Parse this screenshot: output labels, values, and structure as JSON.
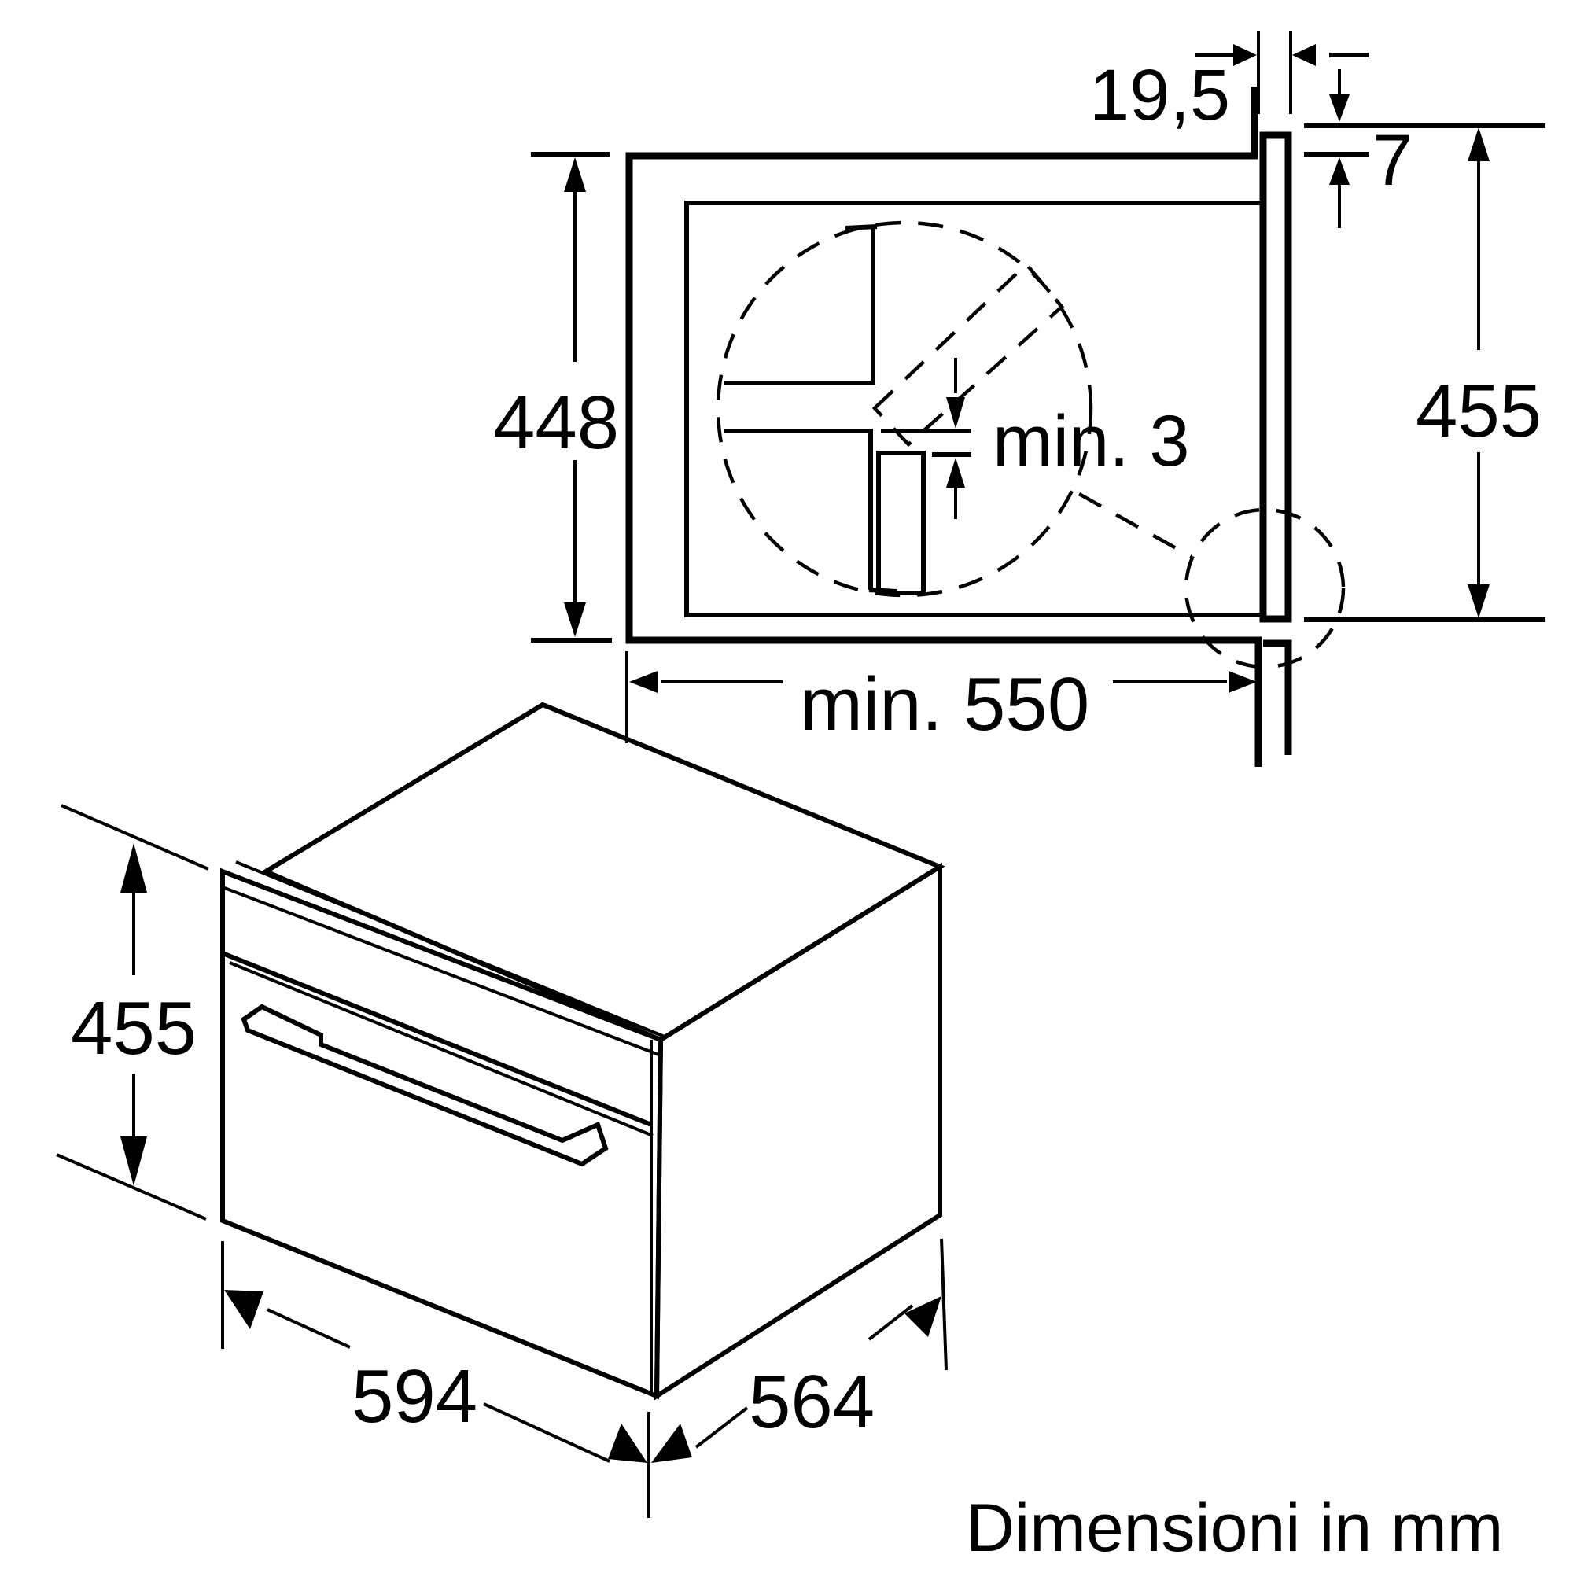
{
  "diagram": {
    "title": "Built-in appliance installation dimensions",
    "units_caption": "Dimensioni in mm",
    "niche_view": {
      "dimensions": {
        "niche_height": "448",
        "front_height": "455",
        "niche_depth": "min. 550",
        "front_overhang": "19,5",
        "top_offset": "7",
        "gap": "min. 3"
      }
    },
    "appliance_view": {
      "dimensions": {
        "height": "455",
        "width": "594",
        "depth": "564"
      }
    },
    "colors": {
      "line": "#000000",
      "background": "#ffffff"
    }
  }
}
